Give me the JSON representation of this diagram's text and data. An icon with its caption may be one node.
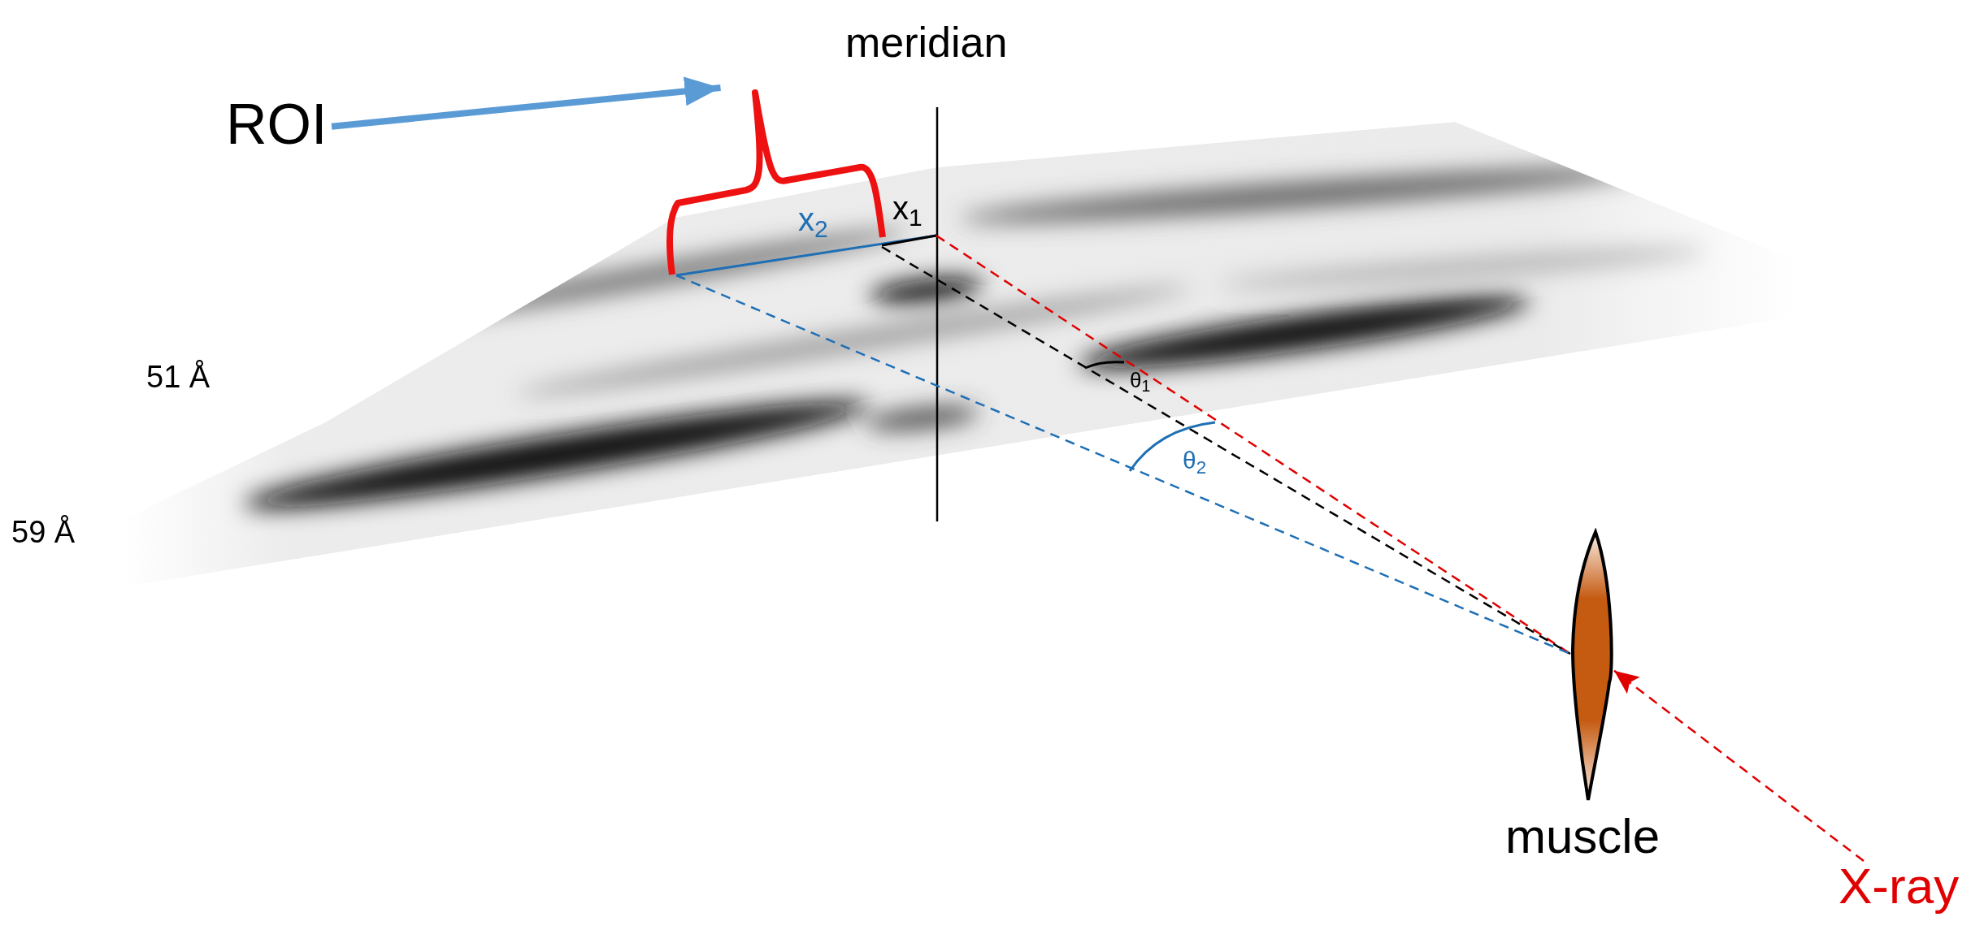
{
  "diagram": {
    "nodes": [
      {
        "text": [
          "ROI"
        ]
      },
      {
        "text": [],
        "shape": "brace"
      },
      {
        "text": [],
        "shape": "ellipse",
        "beside": [
          "muscle"
        ]
      },
      {
        "text": [
          "X-ray"
        ]
      }
    ],
    "edges": [
      {
        "from": 0,
        "to": 1,
        "arrow": "to",
        "style": "thick",
        "color": "#5b9bd5"
      },
      {
        "from": 3,
        "to": 2,
        "arrow": "to",
        "style": "dashed",
        "color": "#e00000"
      }
    ],
    "labels": [
      "meridian",
      "x$_{1}$",
      "x$_{2}$",
      "51 Å",
      "θ$_{1}$",
      "θ$_{2}$",
      "59 Å"
    ]
  }
}
